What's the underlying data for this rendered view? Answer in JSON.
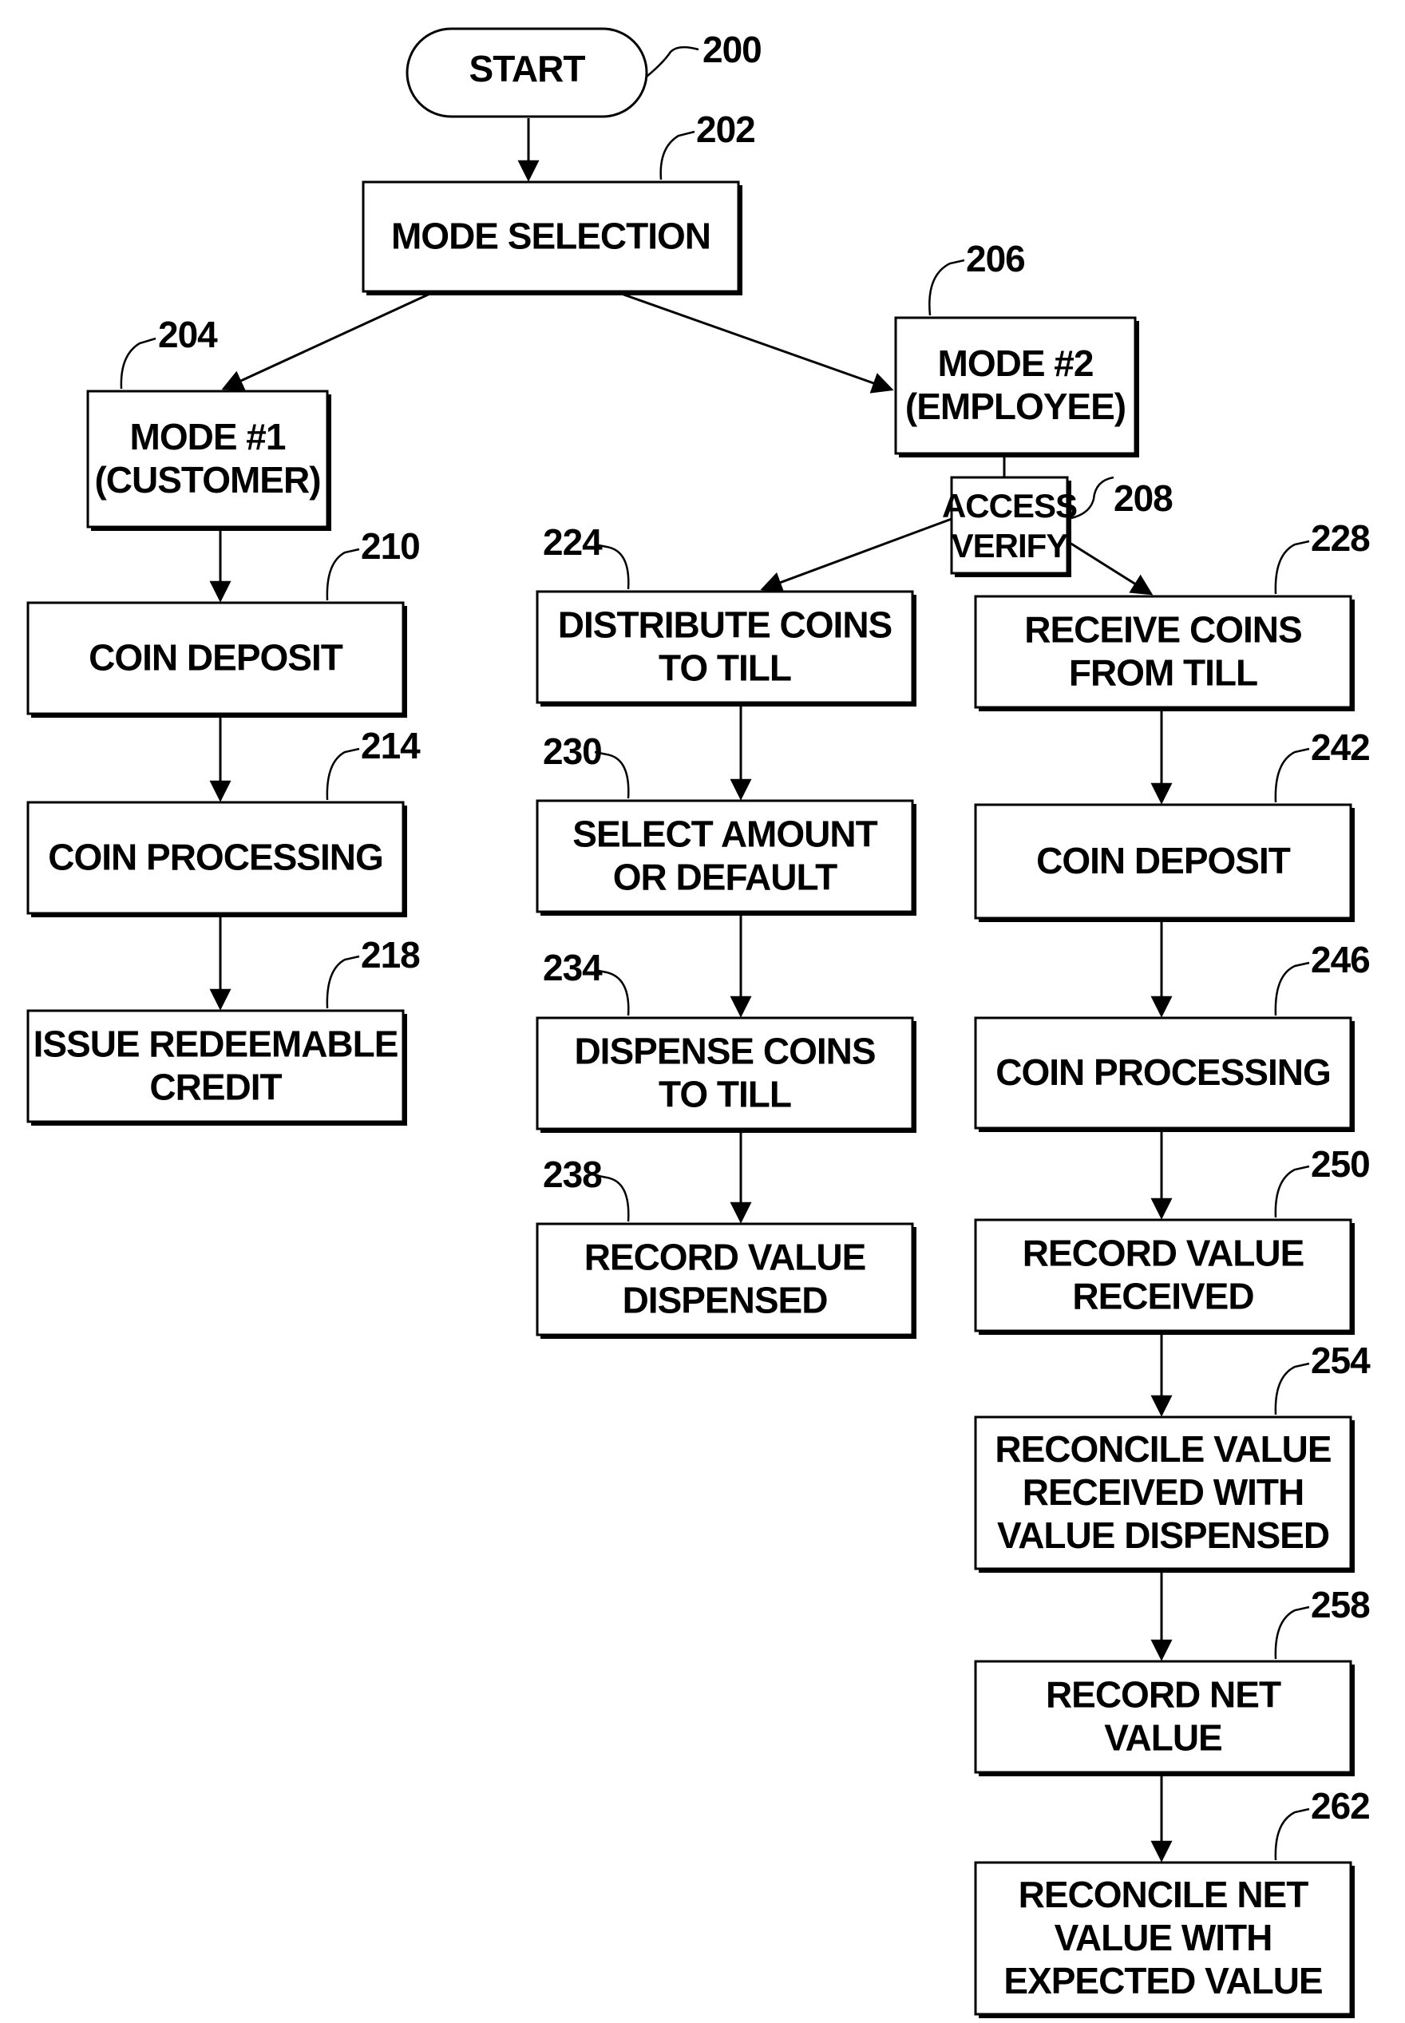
{
  "flowchart": {
    "start": {
      "label": "START",
      "ref": "200"
    },
    "nodes": {
      "n202": {
        "ref": "202",
        "lines": [
          "MODE SELECTION"
        ]
      },
      "n204": {
        "ref": "204",
        "lines": [
          "MODE #1",
          "(CUSTOMER)"
        ]
      },
      "n206": {
        "ref": "206",
        "lines": [
          "MODE #2",
          "(EMPLOYEE)"
        ]
      },
      "n208": {
        "ref": "208",
        "lines": [
          "ACCESS",
          "VERIFY"
        ]
      },
      "n210": {
        "ref": "210",
        "lines": [
          "COIN DEPOSIT"
        ]
      },
      "n214": {
        "ref": "214",
        "lines": [
          "COIN PROCESSING"
        ]
      },
      "n218": {
        "ref": "218",
        "lines": [
          "ISSUE REDEEMABLE",
          "CREDIT"
        ]
      },
      "n224": {
        "ref": "224",
        "lines": [
          "DISTRIBUTE COINS",
          "TO TILL"
        ]
      },
      "n230": {
        "ref": "230",
        "lines": [
          "SELECT AMOUNT",
          "OR DEFAULT"
        ]
      },
      "n234": {
        "ref": "234",
        "lines": [
          "DISPENSE COINS",
          "TO TILL"
        ]
      },
      "n238": {
        "ref": "238",
        "lines": [
          "RECORD VALUE",
          "DISPENSED"
        ]
      },
      "n228": {
        "ref": "228",
        "lines": [
          "RECEIVE COINS",
          "FROM TILL"
        ]
      },
      "n242": {
        "ref": "242",
        "lines": [
          "COIN DEPOSIT"
        ]
      },
      "n246": {
        "ref": "246",
        "lines": [
          "COIN PROCESSING"
        ]
      },
      "n250": {
        "ref": "250",
        "lines": [
          "RECORD VALUE",
          "RECEIVED"
        ]
      },
      "n254": {
        "ref": "254",
        "lines": [
          "RECONCILE VALUE",
          "RECEIVED WITH",
          "VALUE DISPENSED"
        ]
      },
      "n258": {
        "ref": "258",
        "lines": [
          "RECORD NET",
          "VALUE"
        ]
      },
      "n262": {
        "ref": "262",
        "lines": [
          "RECONCILE NET",
          "VALUE WITH",
          "EXPECTED VALUE"
        ]
      }
    }
  }
}
